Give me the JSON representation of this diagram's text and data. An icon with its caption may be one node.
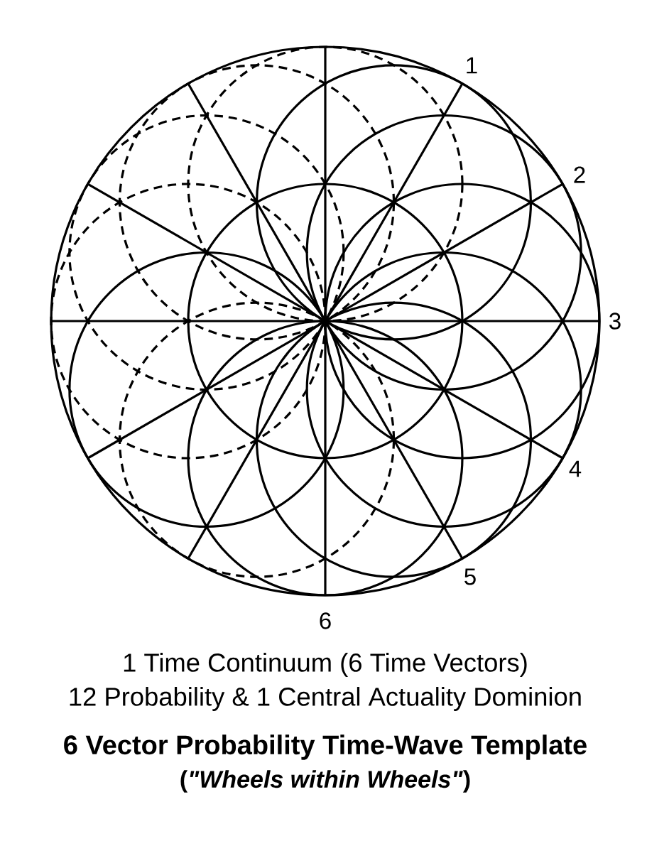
{
  "diagram": {
    "title": "6 Vector Probability Time-Wave Template",
    "labels": [
      "1",
      "2",
      "3",
      "4",
      "5",
      "6",
      "1 Time Continuum (6 Time Vectors)",
      "12 Probability & 1 Central Actuality Dominion",
      "(*\"Wheels within Wheels\"*)"
    ]
  }
}
